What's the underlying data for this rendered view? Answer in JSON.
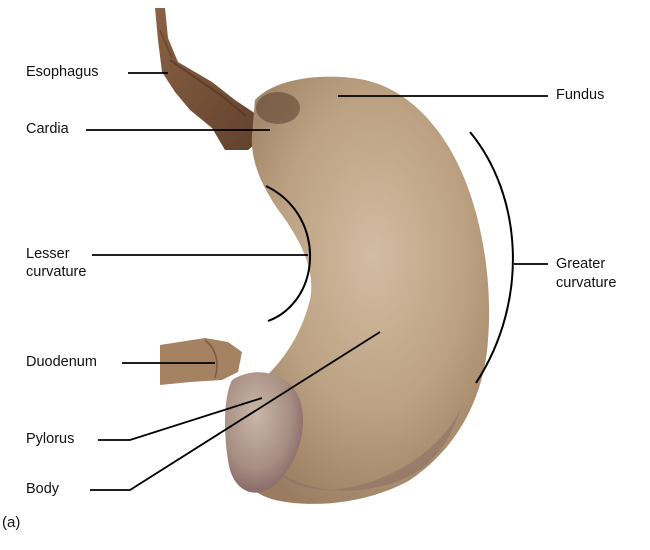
{
  "figure": {
    "panel_label": "(a)",
    "subject": "stomach-specimen-photo",
    "labels": {
      "esophagus": "Esophagus",
      "cardia": "Cardia",
      "lesser_curvature_1": "Lesser",
      "lesser_curvature_2": "curvature",
      "duodenum": "Duodenum",
      "pylorus": "Pylorus",
      "body": "Body",
      "fundus": "Fundus",
      "greater_curvature_1": "Greater",
      "greater_curvature_2": "curvature"
    },
    "colors": {
      "tissue_light": "#c9b197",
      "tissue_mid": "#ae9274",
      "tissue_dark": "#6e4a33",
      "esophagus_brown": "#7a5236",
      "pylorus_purple": "#8a6a6e",
      "leader_line": "#000000"
    }
  }
}
